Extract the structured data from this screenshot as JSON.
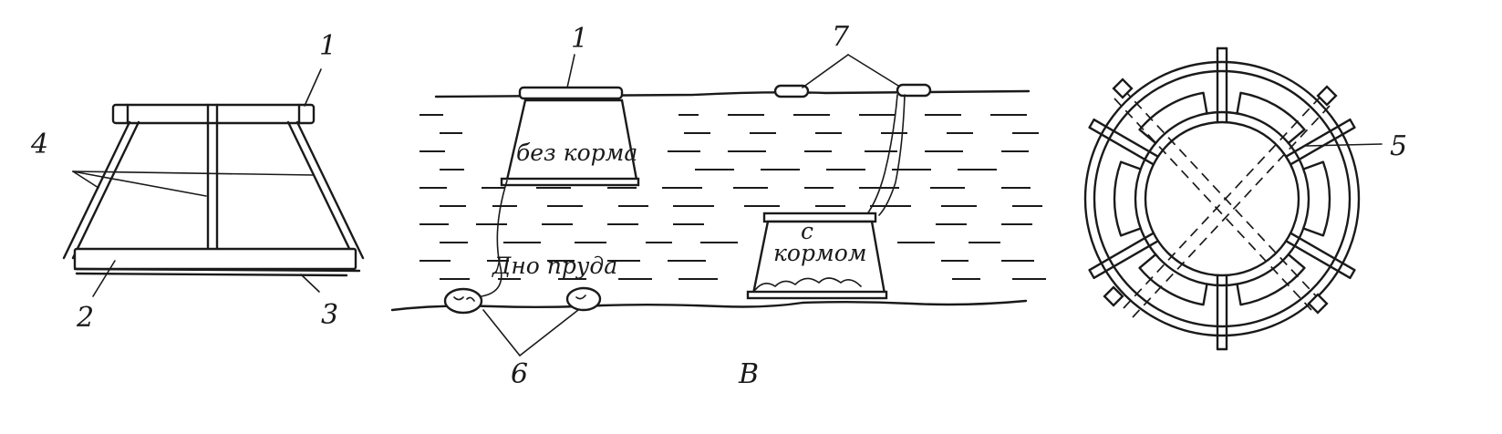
{
  "figure": {
    "left_view": {
      "callouts": [
        "1",
        "2",
        "3",
        "4"
      ]
    },
    "middle_view": {
      "callouts": [
        "1",
        "6",
        "7"
      ],
      "feeder_empty_text": "без корма",
      "feeder_full_text_line1": "с",
      "feeder_full_text_line2": "кормом",
      "bottom_text": "Дно пруда",
      "panel_letter": "В"
    },
    "right_view": {
      "callouts": [
        "5"
      ]
    }
  },
  "colors": {
    "ink": "#1a1a1a",
    "paper": "#ffffff"
  }
}
